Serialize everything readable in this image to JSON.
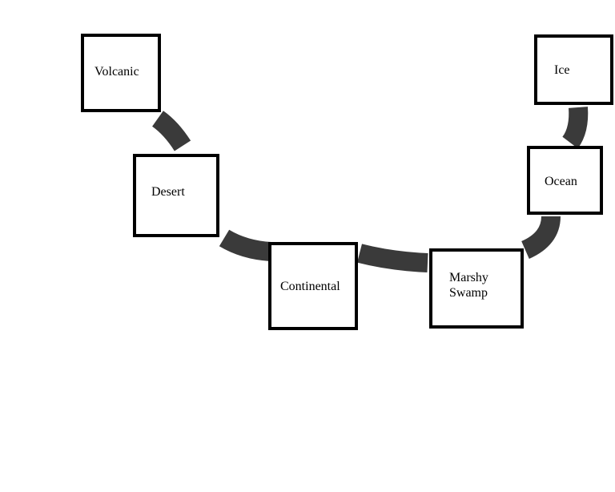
{
  "diagram": {
    "stages": [
      {
        "id": "volcanic",
        "label": "Volcanic"
      },
      {
        "id": "desert",
        "label": "Desert"
      },
      {
        "id": "continental",
        "label": "Continental"
      },
      {
        "id": "marshy-swamp",
        "label": "Marshy\nSwamp"
      },
      {
        "id": "ocean",
        "label": "Ocean"
      },
      {
        "id": "ice",
        "label": "Ice"
      }
    ],
    "connector_color": "#3a3a3a",
    "box_border_color": "#000000"
  }
}
